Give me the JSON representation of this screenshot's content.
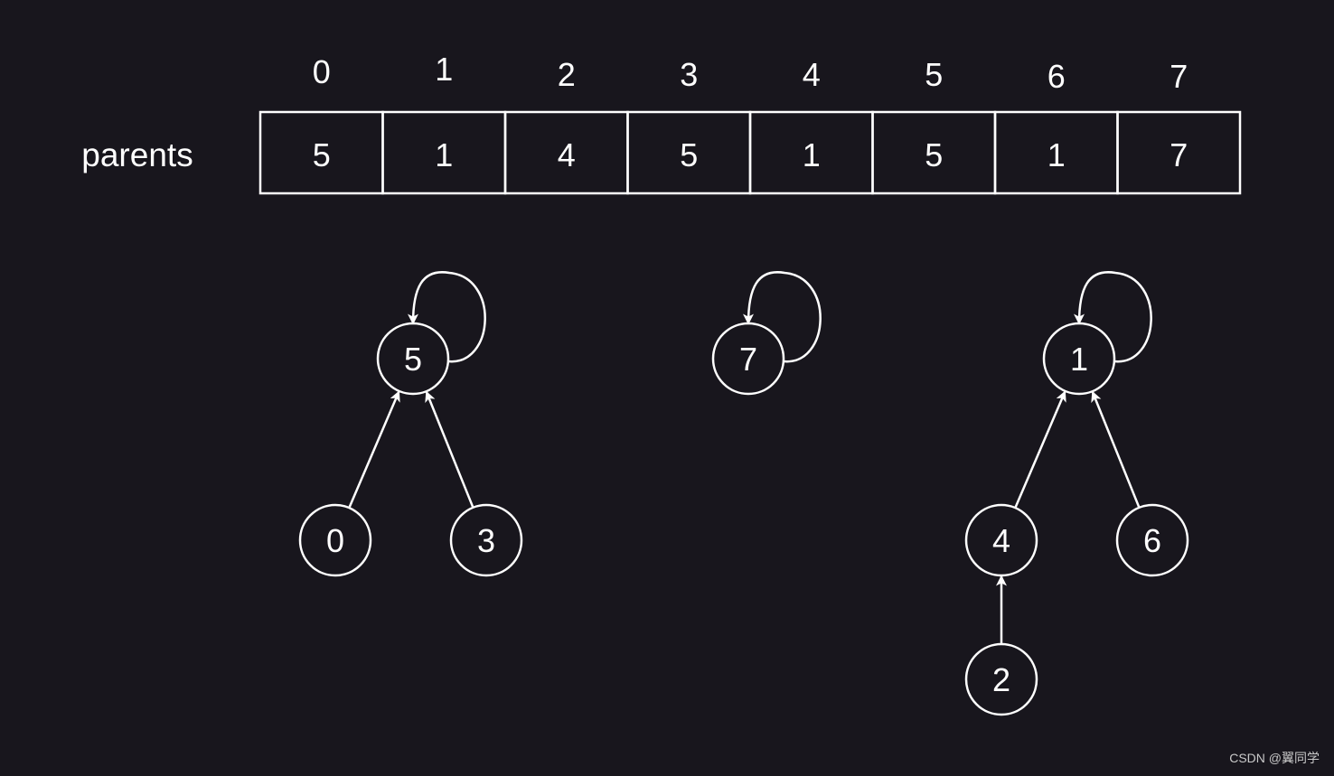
{
  "array": {
    "label": "parents",
    "indices": [
      "0",
      "1",
      "2",
      "3",
      "4",
      "5",
      "6",
      "7"
    ],
    "values": [
      "5",
      "1",
      "4",
      "5",
      "1",
      "5",
      "1",
      "7"
    ]
  },
  "nodes": [
    {
      "id": "5",
      "label": "5"
    },
    {
      "id": "0",
      "label": "0"
    },
    {
      "id": "3",
      "label": "3"
    },
    {
      "id": "7",
      "label": "7"
    },
    {
      "id": "1",
      "label": "1"
    },
    {
      "id": "4",
      "label": "4"
    },
    {
      "id": "6",
      "label": "6"
    },
    {
      "id": "2",
      "label": "2"
    }
  ],
  "edges": [
    {
      "from": "0",
      "to": "5"
    },
    {
      "from": "3",
      "to": "5"
    },
    {
      "from": "5",
      "to": "5"
    },
    {
      "from": "7",
      "to": "7"
    },
    {
      "from": "4",
      "to": "1"
    },
    {
      "from": "6",
      "to": "1"
    },
    {
      "from": "2",
      "to": "4"
    },
    {
      "from": "1",
      "to": "1"
    }
  ],
  "watermark": "CSDN @翼同学",
  "colors": {
    "background": "#18161d",
    "foreground": "#ffffff"
  }
}
